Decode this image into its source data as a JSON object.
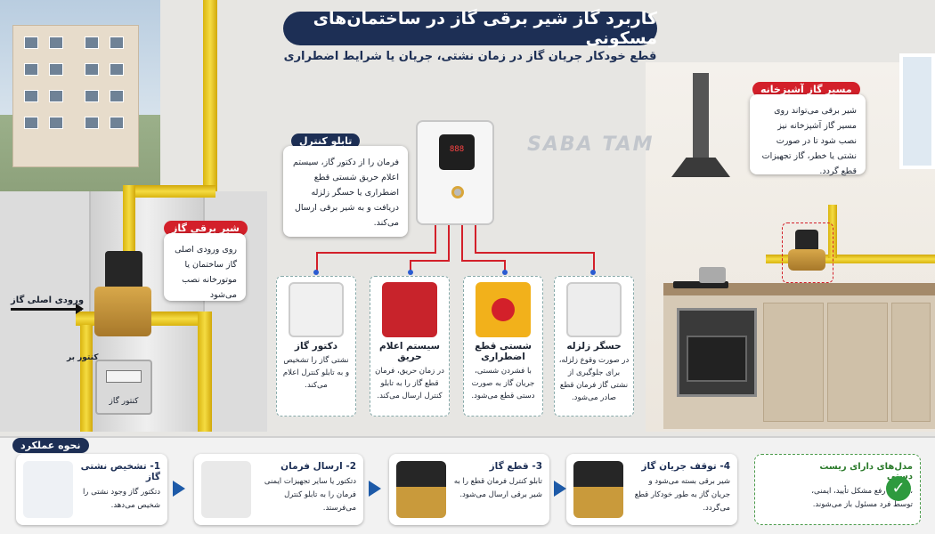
{
  "header": {
    "title": "کاربرد گاز شیر برقی گاز در ساختمان‌های مسکونی",
    "subtitle": "قطع خودکار جریان گاز در زمان نشتی، جریان یا شرایط اضطراری"
  },
  "watermark": "SABA TAM",
  "left": {
    "valve_tag": "شیر برقی گاز",
    "valve_text": "روی ورودی اصلی گاز ساختمان یا موتورخانه نصب می‌شود",
    "inlet_label": "ورودی اصلی گاز",
    "meter_label": "کنتور گاز",
    "meter_small": "کنتور بر"
  },
  "control": {
    "tag": "تابلو کنترل",
    "text": "فرمان را از دکتور گاز، سیستم اعلام حریق شستی قطع اضطراری یا حسگر زلزله دریافت و به شیر برقی ارسال می‌کند.",
    "screen": "888"
  },
  "devices": [
    {
      "title": "حسگر زلزله",
      "text": "در صورت وقوع زلزله، برای جلوگیری از نشتی گاز فرمان قطع صادر می‌شود."
    },
    {
      "title": "شستی قطع اضطراری",
      "text": "با فشردن شستی، جریان گاز به صورت دستی قطع می‌شود."
    },
    {
      "title": "سیستم اعلام حریق",
      "text": "در زمان حریق، فرمان قطع گاز را به تابلو کنترل ارسال می‌کند."
    },
    {
      "title": "دکتور گاز",
      "text": "نشتی گاز را تشخیص و به تابلو کنترل اعلام می‌کند."
    }
  ],
  "kitchen": {
    "tag": "مسیر گاز آشپزخانه",
    "text": "شیر برقی می‌تواند روی مسیر گاز آشپزخانه نیز نصب شود تا در صورت نشتی یا خطر، گاز تجهیزات قطع گردد."
  },
  "how": {
    "tag": "نحوه عملکرد",
    "steps": [
      {
        "title": "1- تشخیص نشتی گاز",
        "text": "دتکتور گاز وجود نشتی را شخیص می‌دهد."
      },
      {
        "title": "2- ارسال فرمان",
        "text": "دتکتور یا سایر تجهیزات ایمنی فرمان را به تابلو کنترل می‌فرستد."
      },
      {
        "title": "3- قطع گاز",
        "text": "تابلو کنترل فرمان قطع را به شیر برقی ارسال می‌شود."
      },
      {
        "title": "4- توقف جریان گاز",
        "text": "شیر برقی بسته می‌شود و جریان گاز به طور خودکار قطع می‌گردد."
      }
    ],
    "reset": {
      "title": "مدل‌های دارای ریست دستی",
      "text": "، پس از رفع مشکل تأیید، ایمنی، توسط فرد مسئول باز می‌شوند."
    }
  },
  "colors": {
    "navy": "#1d2f55",
    "accent": "#d3202a",
    "pipe": "#f5dc42"
  }
}
